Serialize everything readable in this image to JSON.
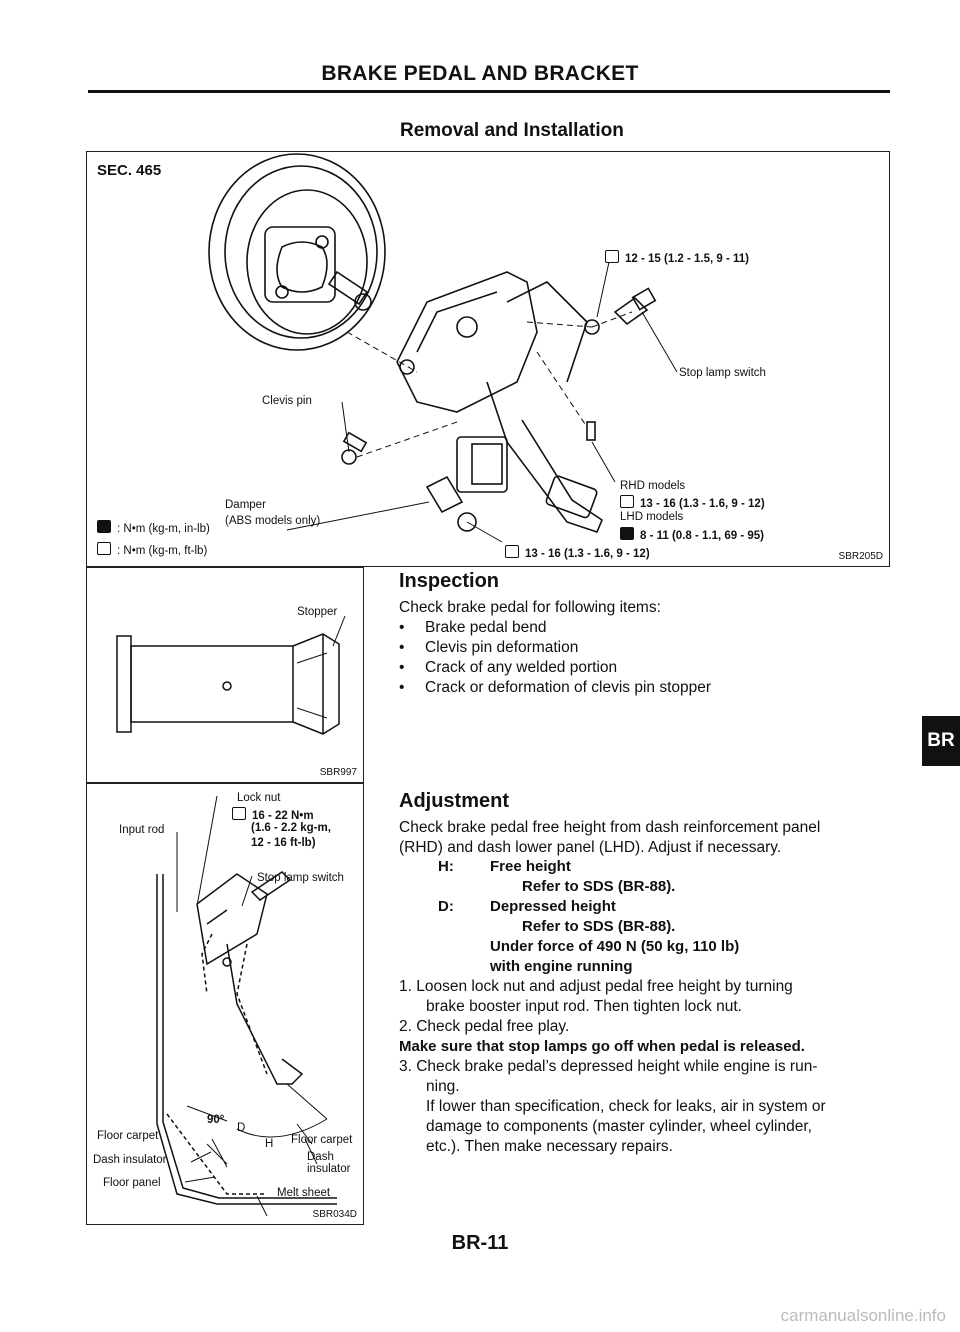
{
  "header": {
    "title": "BRAKE PEDAL AND BRACKET",
    "subtitle": "Removal and Installation"
  },
  "figure1": {
    "section": "SEC. 465",
    "torque_top": "12 - 15 (1.2 - 1.5, 9 - 11)",
    "stop_lamp_switch": "Stop lamp switch",
    "clevis_pin": "Clevis pin",
    "damper": "Damper",
    "damper_note": "(ABS models only)",
    "rhd_models": "RHD models",
    "rhd_torque": "13 - 16 (1.3 - 1.6, 9 - 12)",
    "lhd_models": "LHD models",
    "lhd_torque": "8 - 11 (0.8 - 1.1, 69 - 95)",
    "bottom_torque": "13 - 16 (1.3 - 1.6, 9 - 12)",
    "legend_inlb": ": N•m (kg-m, in-lb)",
    "legend_ftlb": ": N•m (kg-m, ft-lb)",
    "code": "SBR205D"
  },
  "figure2": {
    "stopper": "Stopper",
    "code": "SBR997"
  },
  "figure3": {
    "lock_nut": "Lock nut",
    "lock_nut_torque_1": "16 - 22 N•m",
    "lock_nut_torque_2": "(1.6 - 2.2 kg-m,",
    "lock_nut_torque_3": "12 - 16 ft-lb)",
    "input_rod": "Input rod",
    "stop_lamp_switch": "Stop lamp switch",
    "floor_carpet_left": "Floor carpet",
    "dash_insulator_left": "Dash insulator",
    "floor_panel": "Floor panel",
    "floor_carpet_right": "Floor carpet",
    "dash_right": "Dash",
    "insulator_right": "insulator",
    "melt_sheet": "Melt sheet",
    "angle": "90°",
    "d_mark": "D",
    "h_mark": "H",
    "code": "SBR034D"
  },
  "inspection": {
    "heading": "Inspection",
    "intro": "Check brake pedal for following items:",
    "items": [
      "Brake pedal bend",
      "Clevis pin deformation",
      "Crack of any welded portion",
      "Crack or deformation of clevis pin stopper"
    ]
  },
  "adjustment": {
    "heading": "Adjustment",
    "intro_1": "Check brake pedal free height from dash reinforcement panel",
    "intro_2": "(RHD) and dash lower panel (LHD). Adjust if necessary.",
    "h_key": "H:",
    "h_label": "Free height",
    "h_ref": "Refer to SDS (BR-88).",
    "d_key": "D:",
    "d_label": "Depressed height",
    "d_ref": "Refer to SDS (BR-88).",
    "d_force": "Under force of 490 N (50 kg, 110 lb)",
    "d_engine": "with engine running",
    "step1_a": "1.  Loosen lock nut and adjust pedal free height by turning",
    "step1_b": "brake booster input rod. Then tighten lock nut.",
    "step2": "2.  Check pedal free play.",
    "warning": "Make sure that stop lamps go off when pedal is released.",
    "step3_a": "3.  Check brake pedal’s depressed height while engine is run-",
    "step3_b": "ning.",
    "step3_c": "If lower than specification, check for leaks, air in system or",
    "step3_d": "damage to components (master cylinder, wheel cylinder,",
    "step3_e": "etc.). Then make necessary repairs."
  },
  "side_tab": "BR",
  "page_number": "BR-11",
  "watermark": "carmanualsonline.info"
}
